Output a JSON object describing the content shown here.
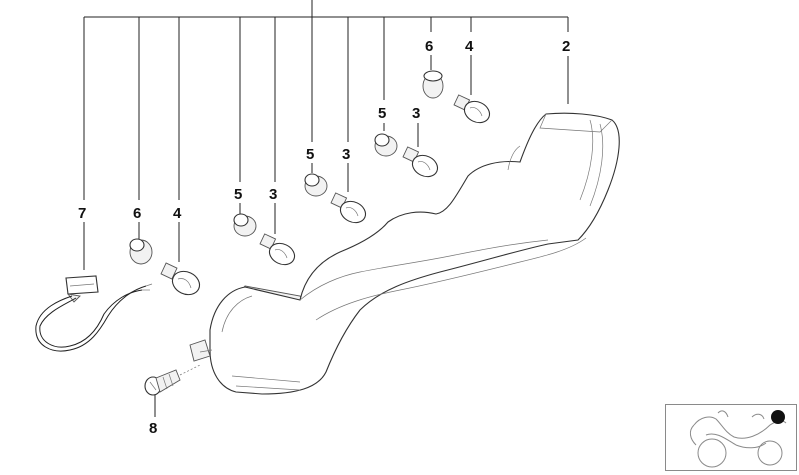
{
  "callouts": {
    "c2": "2",
    "c4_top": "4",
    "c6_top": "6",
    "c5_a": "5",
    "c3_a": "3",
    "c5_b": "5",
    "c3_b": "3",
    "c5_c": "5",
    "c3_c": "3",
    "c7": "7",
    "c6_left": "6",
    "c4_left": "4",
    "c8": "8"
  },
  "inset": {
    "marker_color": "#111111"
  }
}
